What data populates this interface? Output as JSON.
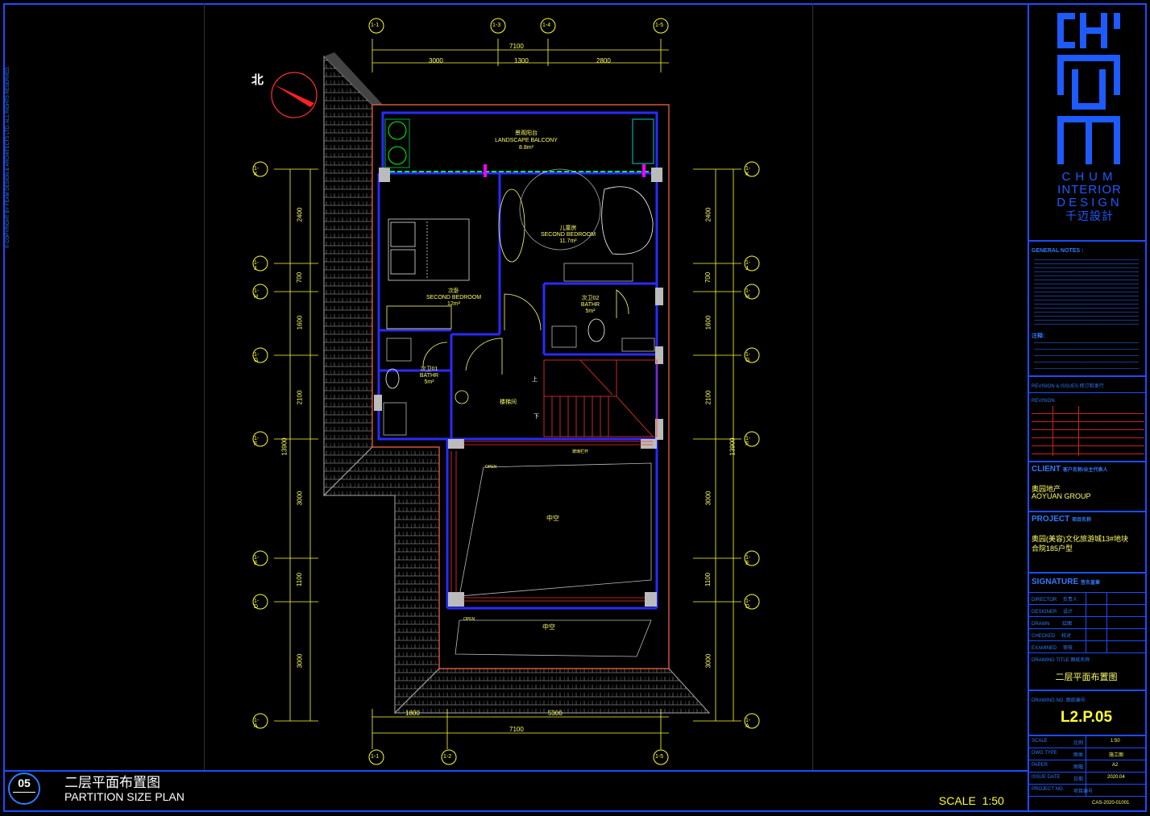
{
  "copyright": "© COPYRIGHT BY FEAM DESIGN & ARCHITECTS LTD. ALL RIGHTS RESERVED.",
  "north_label": "北",
  "grid_top": [
    "1-1",
    "1-3",
    "1-4",
    "1-5"
  ],
  "grid_bottom": [
    "1-1",
    "1-2",
    "1-5"
  ],
  "grid_side": [
    "1-K",
    "1-J",
    "1-H",
    "1-G",
    "1-F",
    "1-E",
    "1-D",
    "1-C",
    "1-B",
    "1-A"
  ],
  "dims_top": {
    "total": "7100",
    "a": "3000",
    "b": "1300",
    "c": "2800"
  },
  "dims_bottom": {
    "total": "7100",
    "a": "1800",
    "b": "5300"
  },
  "dims_left": [
    "2400",
    "700",
    "1600",
    "2100",
    "3000",
    "1100",
    "3000"
  ],
  "dims_left_total": "13900",
  "dims_right": [
    "2400",
    "700",
    "1600",
    "2100",
    "3000",
    "1100",
    "3000"
  ],
  "dims_right_total": "13900",
  "rooms": {
    "balcony_cn": "景观阳台",
    "balcony_en": "LANDSCAPE BALCONY",
    "balcony_area": "8.8m²",
    "bed2_cn": "儿童房",
    "bed2_en": "SECOND BEDROOM",
    "bed2_area": "11.7m²",
    "bed1_cn": "次卧",
    "bed1_en": "SECOND BEDROOM",
    "bed1_area": "12m²",
    "bath2_cn": "次卫02",
    "bath2_en": "BATHR",
    "bath2_area": "5m²",
    "bath1_cn": "次卫01",
    "bath1_en": "BATHR",
    "bath1_area": "5m²",
    "stair": "楼梯间",
    "up": "上",
    "down": "下",
    "void1": "中空",
    "void2": "中空",
    "open1": "OPEN",
    "open2": "OPEN",
    "rail": "玻璃栏杆"
  },
  "logo": {
    "line1": "CHUM",
    "line2": "INTERIOR",
    "line3": "DESIGN",
    "cn": "千迈設計"
  },
  "general_notes_title": "GENERAL NOTES :",
  "notes_cn_title": "注释:",
  "revision_title": "REVISION & ISSUES 修订和发行",
  "revision_label": "REVISION",
  "client_title": "CLIENT",
  "client_title_cn": "客户名称/业主代表人",
  "client_cn": "奥园地产",
  "client_en": "AOYUAN GROUP",
  "project_title": "PROJECT",
  "project_title_cn": "项目名称",
  "project_line1": "奥园(美容)文化旅游城13#地块",
  "project_line2": "合院185户型",
  "signature_title": "SIGNATURE",
  "signature_title_cn": "签名盖章",
  "sign_rows": [
    {
      "en": "DIRECTOR",
      "cn": "负责人"
    },
    {
      "en": "DESIGNER",
      "cn": "设计"
    },
    {
      "en": "DRAWN",
      "cn": "绘图"
    },
    {
      "en": "CHECKED",
      "cn": "校对"
    },
    {
      "en": "EXAMINED",
      "cn": "审核"
    }
  ],
  "drawing_title_label": "DRAWING TITLE 图纸名称",
  "drawing_title": "二层平面布置图",
  "drawing_no_label": "DRAWING NO. 图纸编号",
  "drawing_no": "L2.P.05",
  "info_rows": [
    {
      "en": "SCALE",
      "cn": "比例",
      "val": "1:50"
    },
    {
      "en": "DWG TYPE",
      "cn": "图类",
      "val": "施工图"
    },
    {
      "en": "PAPER",
      "cn": "图幅",
      "val": "A2"
    },
    {
      "en": "ISSUE DATE",
      "cn": "日期",
      "val": "2020.04"
    },
    {
      "en": "PROJECT NO.",
      "cn": "项目编号",
      "val": ""
    }
  ],
  "project_no": "CAS-2020-01001",
  "sheet_number": "05",
  "title_cn": "二层平面布置图",
  "title_en": "PARTITION SIZE PLAN",
  "scale_text": "SCALE  1:50",
  "colors": {
    "frame": "#1a4dff",
    "wall": "#2a2aff",
    "dim": "#ffff00",
    "text": "#ffff66",
    "red": "#ff3030",
    "magenta": "#ff00ff",
    "green": "#00ff00",
    "white": "#ffffff"
  }
}
